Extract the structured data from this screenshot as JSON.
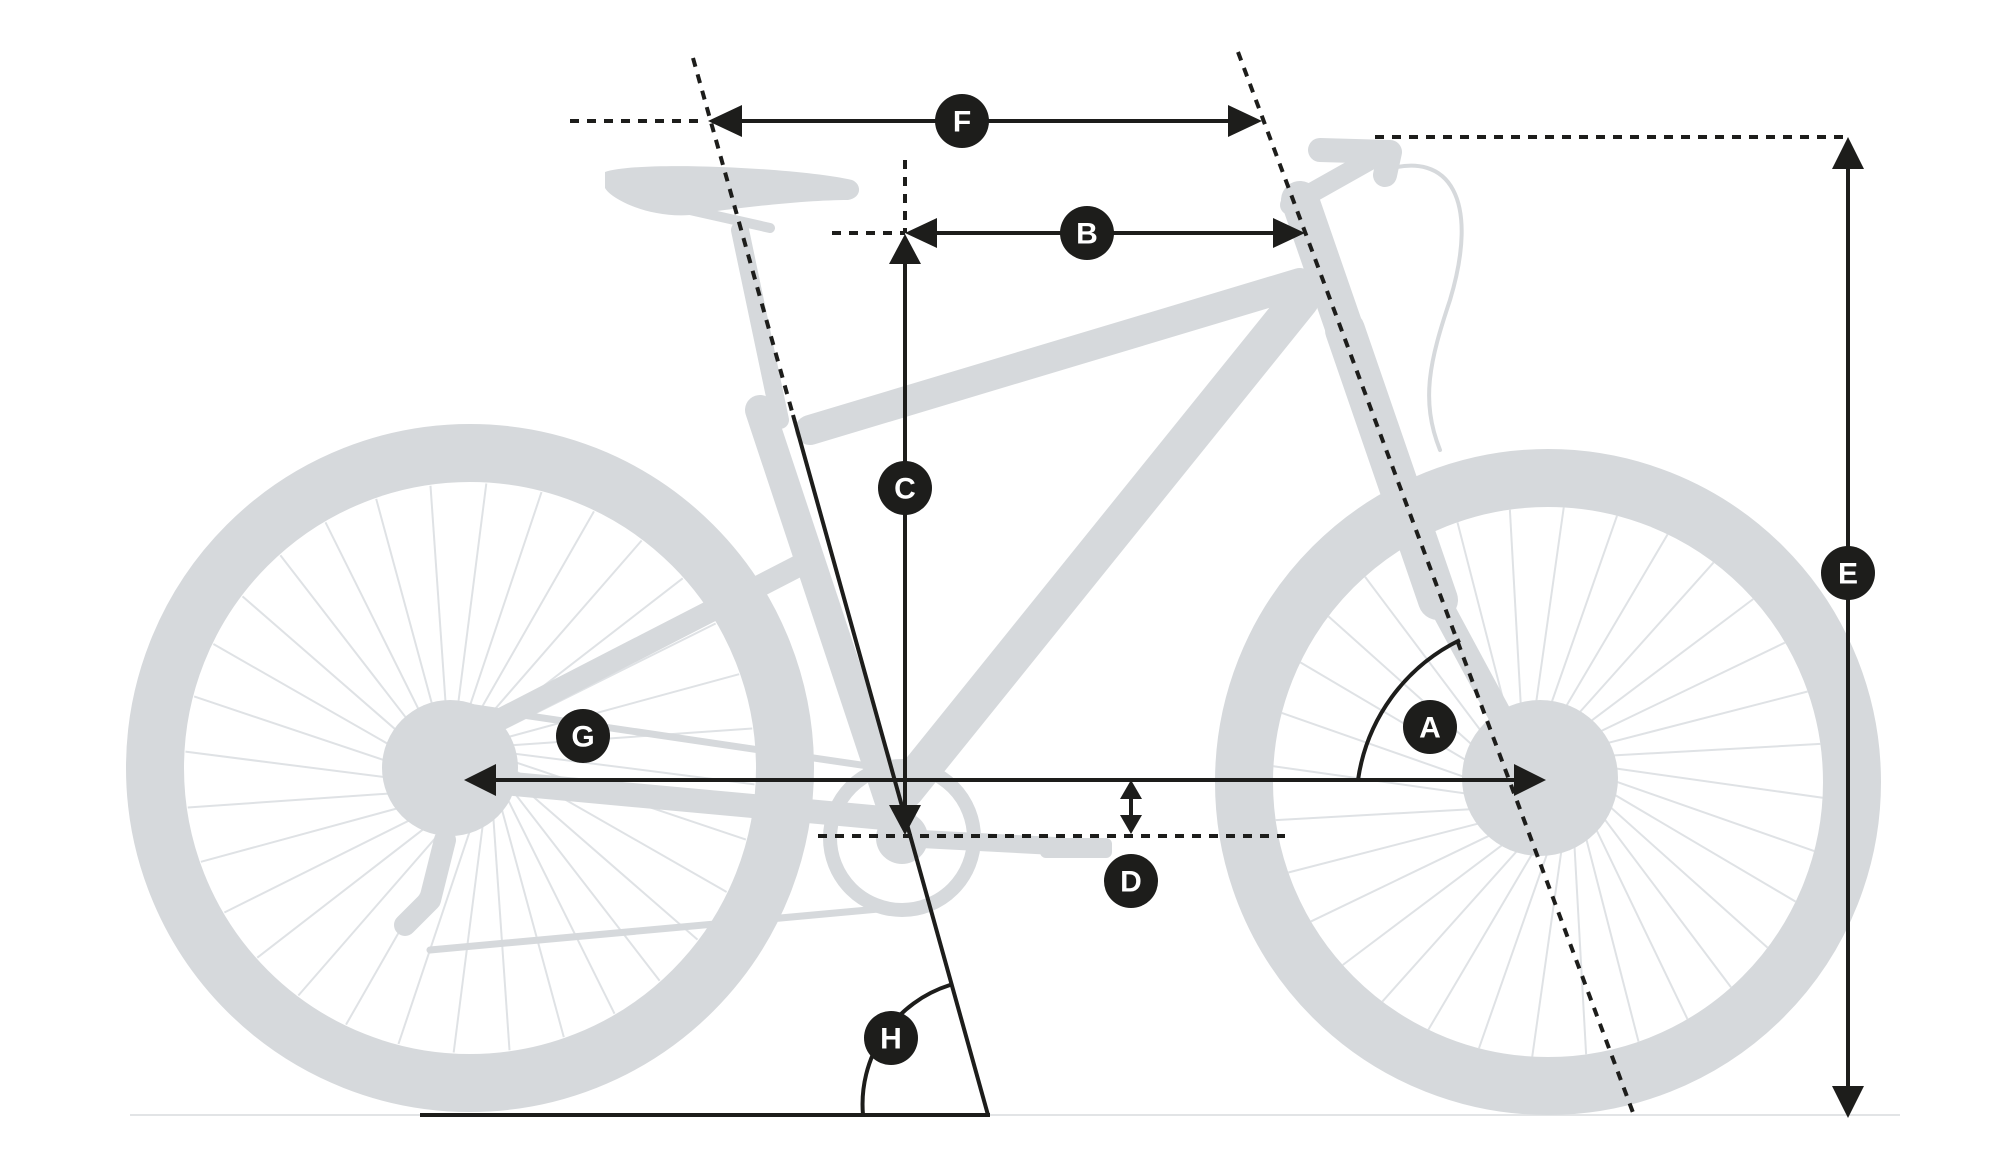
{
  "diagram": {
    "labels": {
      "a": "A",
      "b": "B",
      "c": "C",
      "d": "D",
      "e": "E",
      "f": "F",
      "g": "G",
      "h": "H"
    },
    "colors": {
      "bike": "#d6d9dc",
      "dimension": "#1d1d1b",
      "badge_text": "#ffffff"
    }
  }
}
